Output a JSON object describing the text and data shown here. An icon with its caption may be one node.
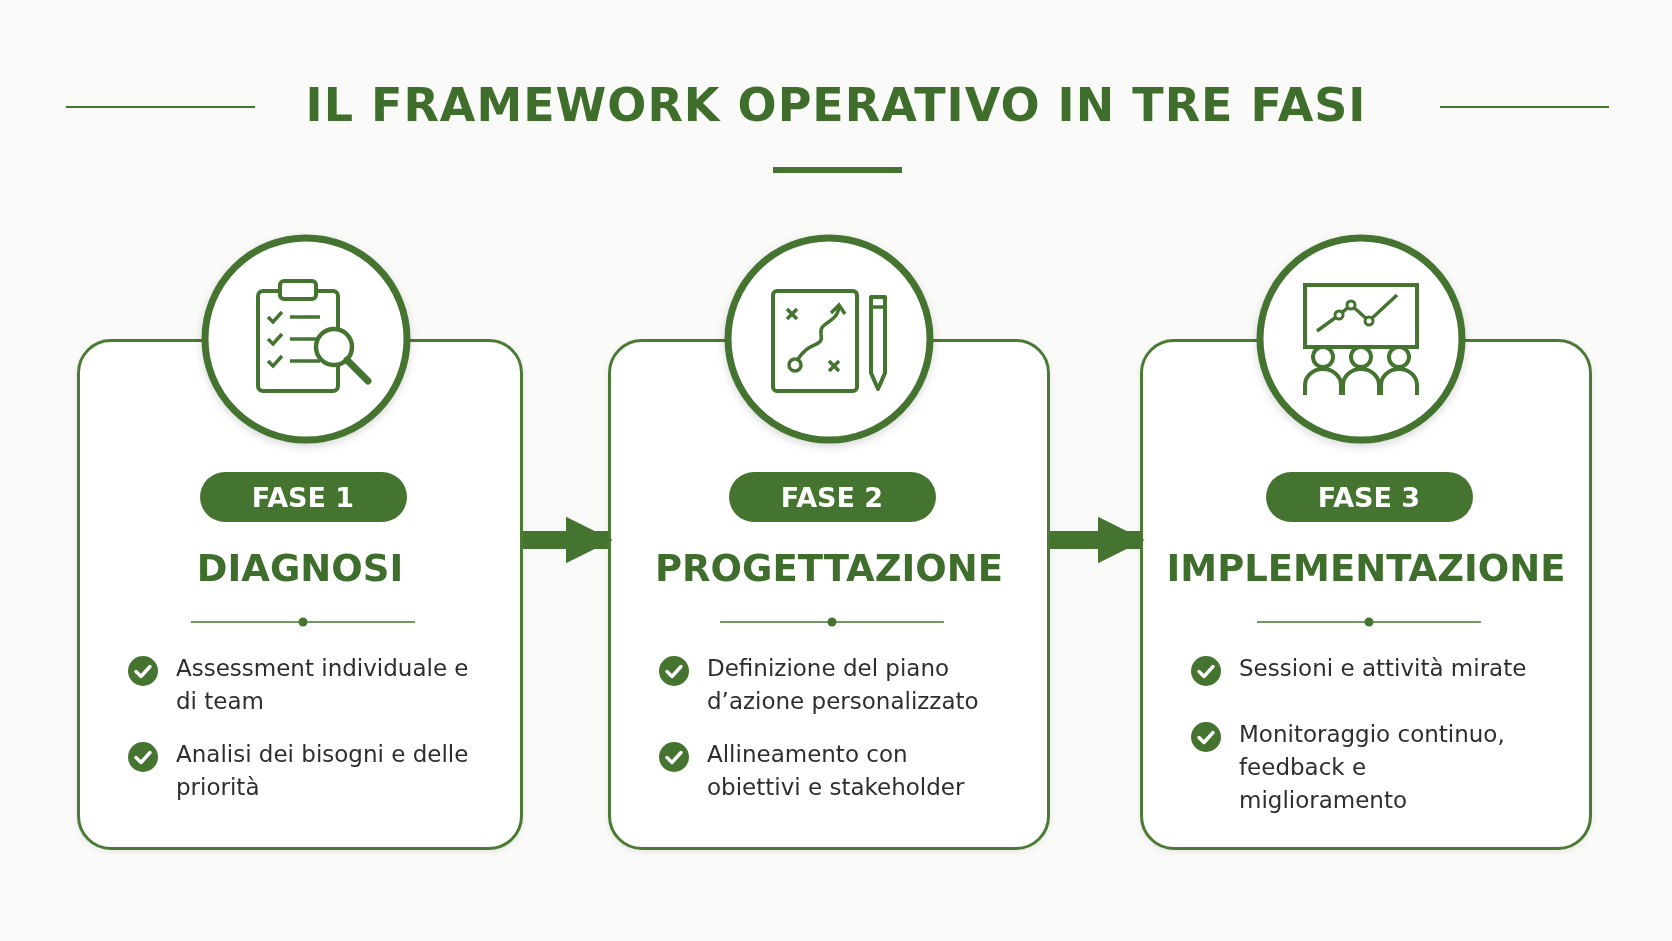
{
  "diagram": {
    "title": "IL FRAMEWORK OPERATIVO IN TRE FASI",
    "nodes": [
      {
        "text": [
          "DIAGNOSI",
          "Assessment individuale e di team",
          "Analisi dei bisogni e delle priorità"
        ]
      },
      {
        "text": [
          "FASE 1"
        ],
        "in": 0
      },
      {
        "text": [
          "PROGETTAZIONE",
          "Definizione del piano d’azione personalizzato",
          "Allineamento con obiettivi e stakeholder"
        ]
      },
      {
        "text": [
          "FASE 2"
        ],
        "in": 2
      },
      {
        "text": [
          "IMPLEMENTAZIONE",
          "Sessioni e attività mirate",
          "Monitoraggio continuo, feedback e miglioramento"
        ]
      },
      {
        "text": [
          "FASE 3"
        ],
        "in": 4
      }
    ],
    "edges": [
      {
        "from": 0,
        "to": 2,
        "arrow": "to"
      },
      {
        "from": 2,
        "to": 4,
        "arrow": "to"
      }
    ]
  }
}
